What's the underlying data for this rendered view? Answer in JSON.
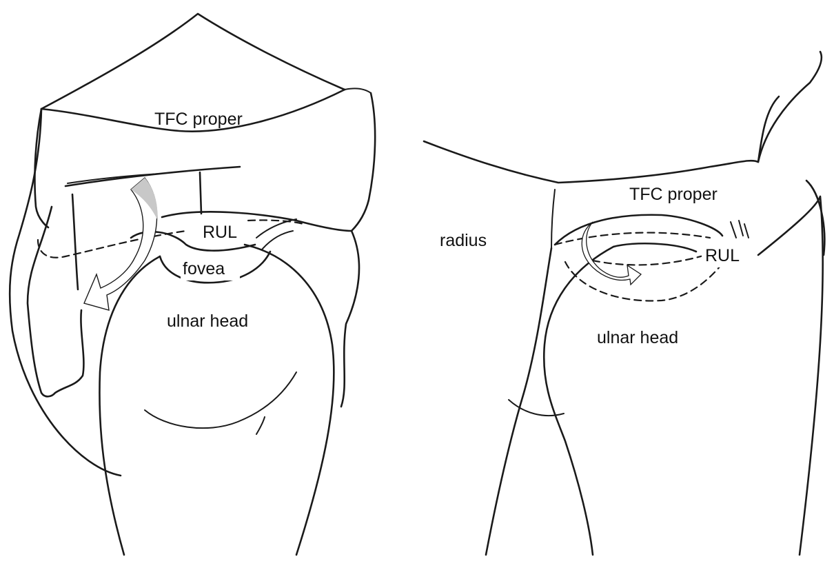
{
  "figure": {
    "left_panel": {
      "labels": {
        "tfc_proper": "TFC proper",
        "rul": "RUL",
        "fovea": "fovea",
        "ulnar_head": "ulnar head"
      }
    },
    "right_panel": {
      "labels": {
        "tfc_proper": "TFC proper",
        "radius": "radius",
        "rul": "RUL",
        "ulnar_head": "ulnar head"
      }
    },
    "colors": {
      "ink": "#1a1a1a",
      "arrow_gray": "#c8c8c8",
      "arrow_light": "#ffffff"
    }
  }
}
